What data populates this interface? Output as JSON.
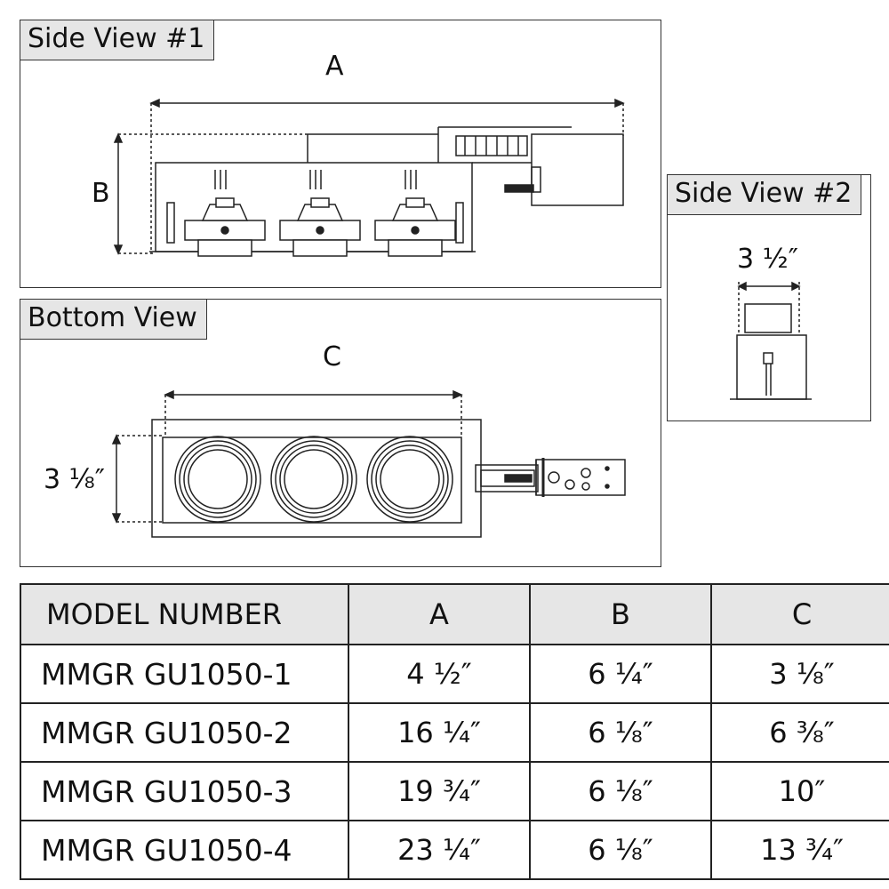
{
  "views": {
    "side1": {
      "title": "Side View #1",
      "dim_a": "A",
      "dim_b": "B"
    },
    "side2": {
      "title": "Side View #2",
      "width": "3 ½″"
    },
    "bottom": {
      "title": "Bottom View",
      "dim_c": "C",
      "height": "3 ⅛″"
    }
  },
  "table": {
    "headers": [
      "MODEL NUMBER",
      "A",
      "B",
      "C"
    ],
    "rows": [
      [
        "MMGR GU1050-1",
        "4 ½″",
        "6 ¼″",
        "3 ⅛″"
      ],
      [
        "MMGR GU1050-2",
        "16 ¼″",
        "6 ⅛″",
        "6 ⅜″"
      ],
      [
        "MMGR GU1050-3",
        "19 ¾″",
        "6 ⅛″",
        "10″"
      ],
      [
        "MMGR GU1050-4",
        "23 ¼″",
        "6 ⅛″",
        "13 ¾″"
      ]
    ]
  },
  "colors": {
    "header_bg": "#e6e6e6",
    "line": "#222222"
  }
}
